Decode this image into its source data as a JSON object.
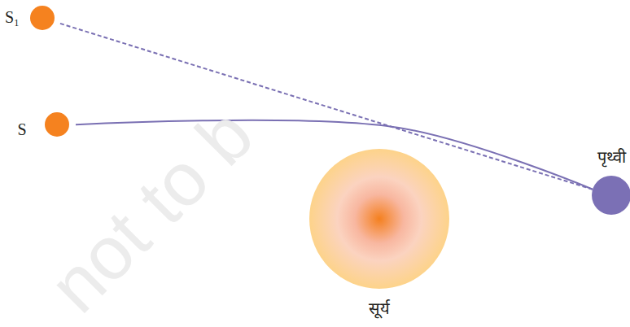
{
  "diagram": {
    "nodes": [
      {
        "text": [
          "S₁"
        ]
      },
      {
        "text": [
          "S"
        ]
      },
      {
        "text": [
          "पृथ्वी"
        ]
      },
      {
        "text": [
          "सूर्य"
        ]
      }
    ],
    "edges": [
      {
        "from": 1,
        "to": 2,
        "arrow": "none"
      },
      {
        "from": 0,
        "to": 2,
        "arrow": "none"
      }
    ],
    "labels": [
      "not to b"
    ]
  }
}
